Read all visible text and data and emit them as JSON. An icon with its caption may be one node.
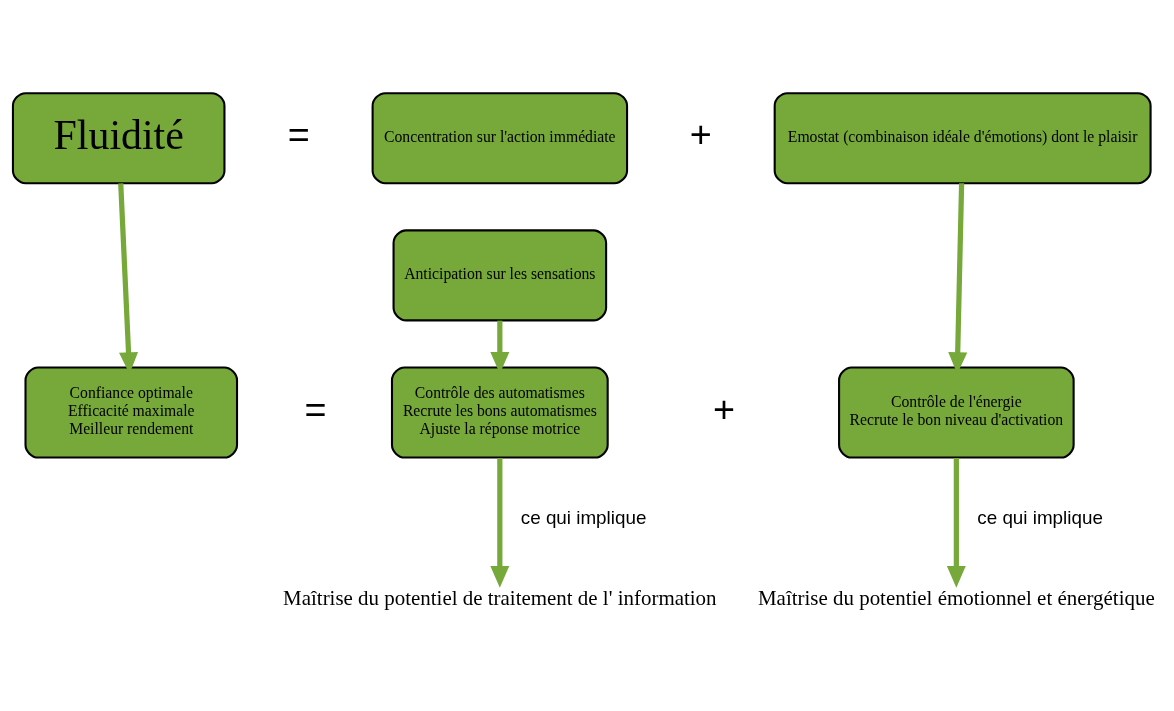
{
  "diagram": {
    "nodes": [
      {
        "text": [
          "Fluidité"
        ]
      },
      {
        "text": [
          "Concentration sur l'action immédiate"
        ]
      },
      {
        "text": [
          "Anticipation sur les sensations"
        ]
      },
      {
        "text": [
          "Emostat (combinaison idéale d'émotions) dont le plaisir"
        ]
      },
      {
        "text": [
          "Confiance optimale",
          "Efficacité maximale",
          "Meilleur rendement"
        ]
      },
      {
        "text": [
          "Contrôle des automatismes",
          "Recrute les bons automatismes",
          "Ajuste la réponse motrice"
        ]
      },
      {
        "text": [
          "Contrôle de l'énergie",
          "Recrute le bon niveau d'activation"
        ]
      },
      {
        "text": [
          "Maîtrise du potentiel de traitement de l' information"
        ]
      },
      {
        "text": [
          "Maîtrise du potentiel émotionnel et énergétique"
        ]
      }
    ],
    "edges": [
      {
        "from": 0,
        "to": 4,
        "arrow": "to"
      },
      {
        "from": 2,
        "to": 5,
        "arrow": "to"
      },
      {
        "from": 3,
        "to": 6,
        "arrow": "to"
      },
      {
        "from": 5,
        "to": 7,
        "arrow": "to",
        "label": "ce qui implique"
      },
      {
        "from": 6,
        "to": 8,
        "arrow": "to",
        "label": "ce qui implique"
      }
    ],
    "labels": [
      "=",
      "+",
      "=",
      "+"
    ]
  }
}
